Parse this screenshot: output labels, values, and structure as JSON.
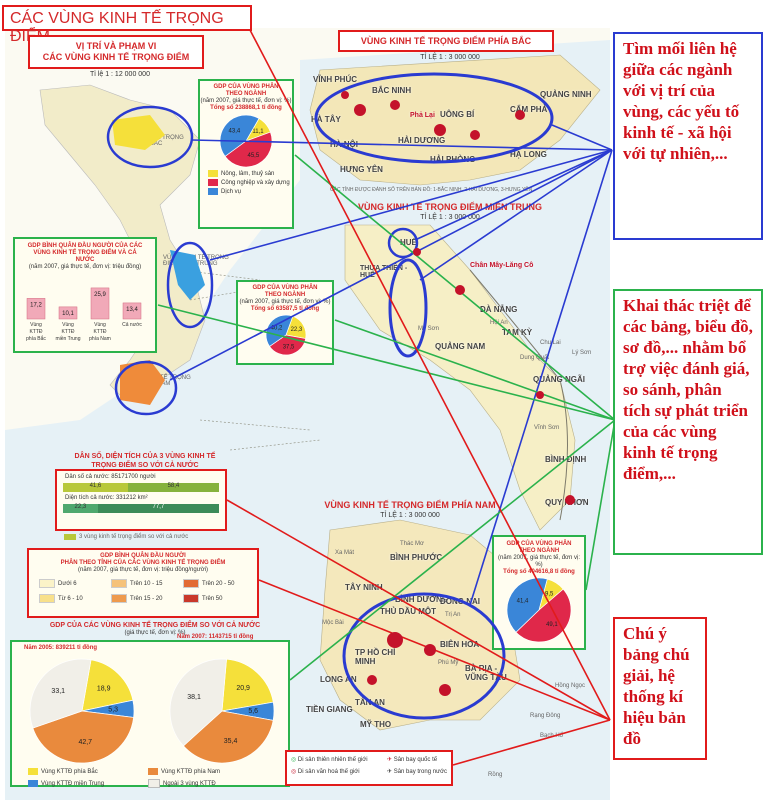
{
  "page": {
    "title": "CÁC VÙNG KINH TẾ TRỌNG ĐIỂM"
  },
  "overview_map": {
    "title_line1": "VỊ TRÍ VÀ PHẠM VI",
    "title_line2": "CÁC VÙNG KINH TẾ TRỌNG ĐIỂM",
    "scale": "Tỉ lệ 1 : 12 000 000",
    "label_north": "VÙNG KINH TẾ TRỌNG ĐIỂM PHÍA BẮC",
    "label_central": "VÙNG KINH TẾ TRỌNG ĐIỂM MIỀN TRUNG",
    "label_south": "VÙNG KINH TẾ TRỌNG ĐIỂM PHÍA NAM"
  },
  "north_region": {
    "title": "VÙNG KINH TẾ TRỌNG ĐIỂM PHÍA BẮC",
    "scale": "TỈ LỆ 1 : 3 000 000",
    "caption": "CÁC TỈNH ĐƯỢC ĐÁNH SỐ TRÊN BẢN ĐỒ: 1-BẮC NINH, 2-HẢI DƯƠNG, 3-HƯNG YÊN",
    "cities": [
      "VĨNH PHÚC",
      "HÀ TÂY",
      "BẮC NINH",
      "HÀ NỘI",
      "HẢI DƯƠNG",
      "HẢI PHÒNG",
      "HƯNG YÊN",
      "QUẢNG NINH",
      "CẨM PHẢ",
      "HẠ LONG",
      "UÔNG BÍ",
      "Phả Lại"
    ]
  },
  "central_region": {
    "title": "VÙNG KINH TẾ TRỌNG ĐIỂM MIỀN TRUNG",
    "scale": "TỈ LỆ 1 : 3 000 000",
    "cities": [
      "HUẾ",
      "THỪA THIÊN - HUẾ",
      "ĐÀ NẴNG",
      "QUẢNG NAM",
      "TAM KỲ",
      "QUẢNG NGÃI",
      "BÌNH ĐỊNH",
      "QUY NHƠN",
      "Chân Mây-Lăng Cô",
      "Mỹ Sơn",
      "Hội An",
      "Dung Quất",
      "Vĩnh Sơn",
      "Chu Lai",
      "Lý Sơn"
    ]
  },
  "south_region": {
    "title": "VÙNG KINH TẾ TRỌNG ĐIỂM PHÍA NAM",
    "scale": "TỈ LỆ 1 : 3 000 000",
    "cities": [
      "BÌNH PHƯỚC",
      "TÂY NINH",
      "BÌNH DƯƠNG",
      "THỦ DẦU MỘT",
      "ĐỒNG NAI",
      "BIÊN HÒA",
      "TP HỒ CHÍ MINH",
      "LONG AN",
      "TÂN AN",
      "TIỀN GIANG",
      "MỸ THO",
      "BÀ RỊA - VŨNG TÀU",
      "Trị An",
      "Thác Mơ",
      "Phú Mỹ",
      "Hồng Ngọc",
      "Rạng Đông",
      "Bạch Hổ",
      "Rồng",
      "Xa Mát",
      "Mộc Bài"
    ]
  },
  "gdp_north": {
    "title": "GDP CỦA VÙNG PHÂN THEO NGÀNH",
    "subtitle": "(năm 2007, giá thực tế, đơn vị: %)",
    "total": "Tổng số 238868,1 tỉ đồng",
    "legend": [
      "Nông, lâm, thuỷ sản",
      "Công nghiệp và xây dựng",
      "Dịch vụ"
    ]
  },
  "gdp_central": {
    "title": "GDP CỦA VÙNG PHÂN THEO NGÀNH",
    "subtitle": "(năm 2007, giá thực tế, đơn vị: %)",
    "total": "Tổng số 63587,5 tỉ đồng"
  },
  "gdp_south": {
    "title": "GDP CỦA VÙNG PHÂN THEO NGÀNH",
    "subtitle": "(năm 2007, giá thực tế, đơn vị: %)",
    "total": "Tổng số 404616,8 tỉ đồng"
  },
  "gdp_per_capita": {
    "title": "GDP BÌNH QUÂN ĐẦU NGƯỜI CỦA CÁC VÙNG KINH TẾ TRỌNG ĐIỂM VÀ CẢ NƯỚC",
    "subtitle": "(năm 2007, giá thực tế, đơn vị: triệu đồng)"
  },
  "pop_area": {
    "title": "DÂN SỐ, DIỆN TÍCH CỦA 3 VÙNG KINH TẾ TRỌNG ĐIỂM SO VỚI CẢ NƯỚC",
    "pop_label": "Dân số cả nước: 85171700 người",
    "pop_values": [
      "41,6",
      "58,4"
    ],
    "area_label": "Diện tích cả nước: 331212 km²",
    "area_values": [
      "22,3",
      "77,7"
    ],
    "note": "3 vùng kinh tế trọng điểm so với cả nước"
  },
  "gdp_per_capita_map": {
    "title": "GDP BÌNH QUÂN ĐẦU NGƯỜI",
    "subtitle": "PHÂN THEO TỈNH CỦA CÁC VÙNG KINH TẾ TRỌNG ĐIỂM",
    "unit": "(năm 2007, giá thực tế, đơn vị: triệu đồng/người)",
    "classes": [
      "Dưới 6",
      "Từ 6 - 10",
      "Trên 10 - 15",
      "Trên 15 - 20",
      "Trên 20 - 50",
      "Trên 50"
    ],
    "colors": [
      "#fbf3c8",
      "#f8e08a",
      "#f5c27a",
      "#ee9a4d",
      "#e26a33",
      "#c9382a"
    ]
  },
  "gdp_compare": {
    "title": "GDP CỦA CÁC VÙNG KINH TẾ TRỌNG ĐIỂM SO VỚI CẢ NƯỚC",
    "subtitle": "(giá thực tế, đơn vị: %)",
    "year_2005": "Năm 2005: 839211 tỉ đồng",
    "year_2007": "Năm 2007: 1143715 tỉ đồng",
    "legend": [
      "Vùng KTTĐ phía Bắc",
      "Vùng KTTĐ phía Nam",
      "Vùng KTTĐ miền Trung",
      "Ngoài 3 vùng KTTĐ"
    ]
  },
  "map_legend": {
    "items": [
      "Di sản thiên nhiên thế giới",
      "Sân bay quốc tế",
      "Di sản văn hoá thế giới",
      "Sân bay trong nước"
    ]
  },
  "annotations": {
    "blue_note": "Tìm mối liên hệ giữa các ngành với vị trí của vùng, các yếu tố kinh tế - xã hội với tự nhiên,...",
    "green_note": "Khai thác triệt để các bảng, biểu đồ, sơ đồ,... nhằm bổ trợ việc đánh giá, so sánh, phân tích sự phát triển của các vùng kinh tế trọng điểm,...",
    "red_note": "Chú ý bảng chú giải, hệ thống kí hiệu bản đồ"
  },
  "chart_data": [
    {
      "type": "pie",
      "title": "GDP CỦA VÙNG PHÂN THEO NGÀNH",
      "categories": [
        "Nông, lâm, thuỷ sản",
        "Công nghiệp và xây dựng",
        "Dịch vụ"
      ],
      "values": [
        11.1,
        45.5,
        43.4
      ],
      "colors": [
        "#f5e03a",
        "#e0284a",
        "#3a86d8"
      ]
    },
    {
      "type": "pie",
      "title": "GDP CỦA VÙNG PHÂN THEO NGÀNH",
      "categories": [
        "Nông, lâm, thuỷ sản",
        "Công nghiệp và xây dựng",
        "Dịch vụ"
      ],
      "values": [
        22.3,
        37.5,
        40.2
      ],
      "colors": [
        "#f5e03a",
        "#e0284a",
        "#3a86d8"
      ]
    },
    {
      "type": "pie",
      "title": "GDP CỦA VÙNG PHÂN THEO NGÀNH",
      "categories": [
        "Nông, lâm, thuỷ sản",
        "Công nghiệp và xây dựng",
        "Dịch vụ"
      ],
      "values": [
        9.5,
        49.1,
        41.4
      ],
      "colors": [
        "#f5e03a",
        "#e0284a",
        "#3a86d8"
      ]
    },
    {
      "type": "bar",
      "title": "GDP BÌNH QUÂN ĐẦU NGƯỜI CỦA CÁC VÙNG KINH TẾ TRỌNG ĐIỂM VÀ CẢ NƯỚC",
      "categories": [
        "Vùng KTTĐ phía Bắc",
        "Vùng KTTĐ miền Trung",
        "Vùng KTTĐ phía Nam",
        "Cả nước"
      ],
      "values": [
        17.2,
        10.1,
        25.9,
        13.4
      ],
      "ylim": [
        0,
        30
      ]
    },
    {
      "type": "pie",
      "title": "Năm 2005: 839211 tỉ đồng",
      "categories": [
        "Vùng KTTĐ phía Bắc",
        "Vùng KTTĐ miền Trung",
        "Vùng KTTĐ phía Nam",
        "Ngoài 3 vùng KTTĐ"
      ],
      "values": [
        18.9,
        5.3,
        42.7,
        33.1
      ],
      "colors": [
        "#f5e03a",
        "#3a86d8",
        "#e98a3d",
        "#f1efe8"
      ]
    },
    {
      "type": "pie",
      "title": "Năm 2007: 1143715 tỉ đồng",
      "categories": [
        "Vùng KTTĐ phía Bắc",
        "Vùng KTTĐ miền Trung",
        "Vùng KTTĐ phía Nam",
        "Ngoài 3 vùng KTTĐ"
      ],
      "values": [
        20.9,
        5.6,
        35.4,
        38.1
      ],
      "colors": [
        "#f5e03a",
        "#3a86d8",
        "#e98a3d",
        "#f1efe8"
      ]
    }
  ]
}
